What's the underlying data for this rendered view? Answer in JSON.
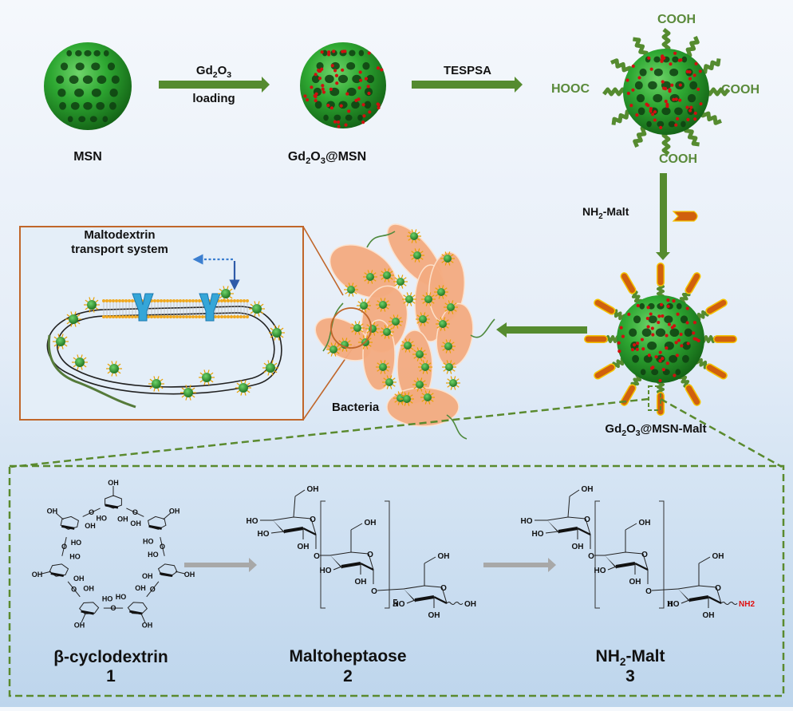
{
  "colors": {
    "sphere_green": "#2ea832",
    "arrow_green": "#558b2f",
    "gd_dot_red": "#d01010",
    "malt_orange": "#d0600e",
    "malt_outline": "#f5c400",
    "bacteria_fill": "#f4ab80",
    "inset_border": "#c0662a",
    "dashed_green": "#5a8a2e",
    "gray_arrow": "#a8a8a8",
    "nh2_red": "#e01010",
    "transport_blue": "#2e5aa8"
  },
  "top_row": {
    "msn_label": "MSN",
    "step1_arrow": {
      "line1_main": "Gd",
      "line1_sub1": "2",
      "line1_mid": "O",
      "line1_sub2": "3",
      "line2": "loading"
    },
    "gd_msn_label": {
      "a": "Gd",
      "s1": "2",
      "b": "O",
      "s2": "3",
      "c": "@MSN"
    },
    "step2_arrow": {
      "label": "TESPSA"
    },
    "cooh_labels": {
      "top": "COOH",
      "left": "HOOC",
      "right": "COOH",
      "bottom": "COOH"
    }
  },
  "middle_row": {
    "step3_arrow": {
      "a": "NH",
      "s": "2",
      "b": "-Malt"
    },
    "final_label": {
      "a": "Gd",
      "s1": "2",
      "b": "O",
      "s2": "3",
      "c": "@MSN-Malt"
    },
    "bacteria_label": "Bacteria",
    "inset": {
      "title_line1": "Maltodextrin",
      "title_line2": "transport system"
    }
  },
  "bottom_box": {
    "compounds": [
      {
        "name": "β-cyclodextrin",
        "number": "1"
      },
      {
        "name": "Maltoheptaose",
        "number": "2",
        "repeat_subscript": "5"
      },
      {
        "name_a": "NH",
        "name_sub": "2",
        "name_b": "-Malt",
        "number": "3",
        "repeat_subscript": "n",
        "terminal_group": "NH2"
      }
    ],
    "atom_labels": {
      "oh": "OH",
      "ho": "HO",
      "o": "O"
    }
  }
}
